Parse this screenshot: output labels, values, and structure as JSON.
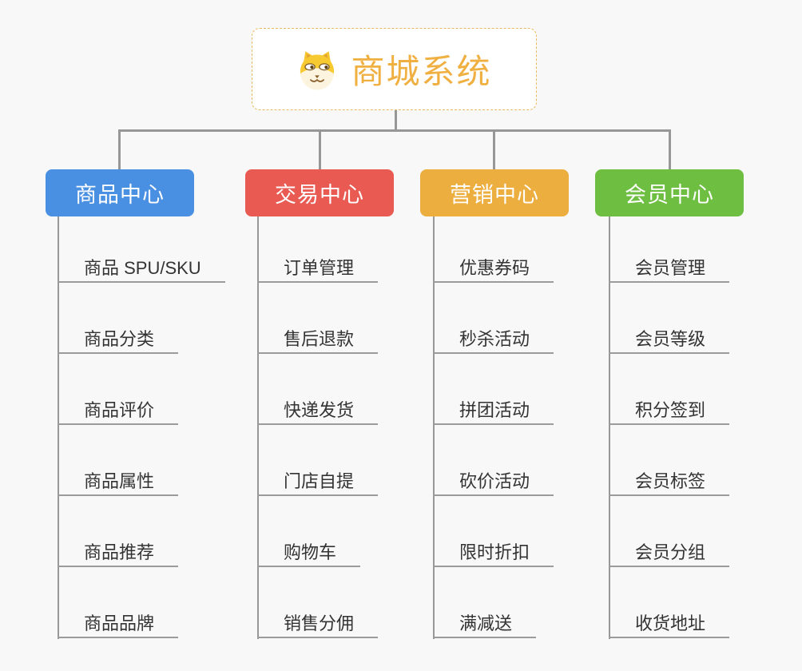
{
  "root": {
    "title": "商城系统",
    "icon": "doge-icon",
    "title_color": "#f0b041",
    "border_color": "#eab95e"
  },
  "connector_color": "#979797",
  "background": "#f8f8f8",
  "leaf_text_color": "#333333",
  "branches": [
    {
      "label": "商品中心",
      "color": "#4a90e2",
      "items": [
        "商品 SPU/SKU",
        "商品分类",
        "商品评价",
        "商品属性",
        "商品推荐",
        "商品品牌"
      ]
    },
    {
      "label": "交易中心",
      "color": "#e85a52",
      "items": [
        "订单管理",
        "售后退款",
        "快递发货",
        "门店自提",
        "购物车",
        "销售分佣"
      ]
    },
    {
      "label": "营销中心",
      "color": "#ecae3f",
      "items": [
        "优惠券码",
        "秒杀活动",
        "拼团活动",
        "砍价活动",
        "限时折扣",
        "满减送"
      ]
    },
    {
      "label": "会员中心",
      "color": "#6ebe42",
      "items": [
        "会员管理",
        "会员等级",
        "积分签到",
        "会员标签",
        "会员分组",
        "收货地址"
      ]
    }
  ]
}
